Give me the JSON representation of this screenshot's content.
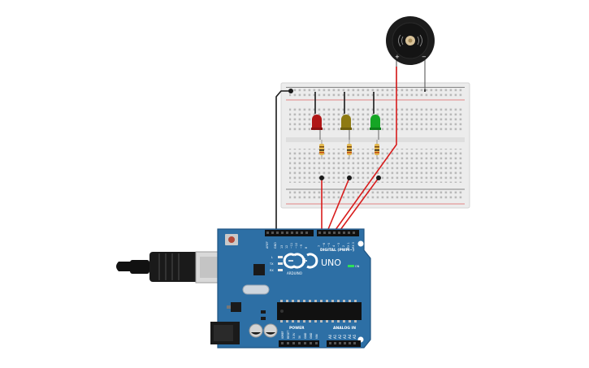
{
  "colors": {
    "board": "#2d6fa5",
    "board_edge": "#1f5583",
    "breadboard": "#ececec",
    "wire_red": "#d81c1c",
    "wire_black": "#1a1a1a",
    "led_red": "#b01616",
    "led_yellow": "#8e7a12",
    "led_green": "#15a625",
    "buzzer": "#1c1c1c"
  },
  "arduino": {
    "model": "UNO",
    "brand": "ARDUINO",
    "on_label": "ON",
    "digital_label": "DIGITAL (PWM~)",
    "power_label": "POWER",
    "analog_label": "ANALOG IN",
    "led_labels": [
      "L",
      "TX",
      "RX"
    ],
    "top_pins": [
      "AREF",
      "GND",
      "13",
      "12",
      "~11",
      "~10",
      "~9",
      "8",
      "7",
      "~6",
      "~5",
      "4",
      "~3",
      "2",
      "TX 1",
      "RX 0"
    ],
    "power_pins": [
      "IOREF",
      "RESET",
      "3.3V",
      "5V",
      "GND",
      "GND",
      "VIN"
    ],
    "analog_pins": [
      "A0",
      "A1",
      "A2",
      "A3",
      "A4",
      "A5"
    ]
  },
  "buzzer": {
    "plus_label": "+",
    "minus_label": "−"
  },
  "icons": [
    "usb-cable-icon",
    "reset-button-icon",
    "power-jack-icon",
    "arduino-logo-icon",
    "buzzer-icon"
  ]
}
